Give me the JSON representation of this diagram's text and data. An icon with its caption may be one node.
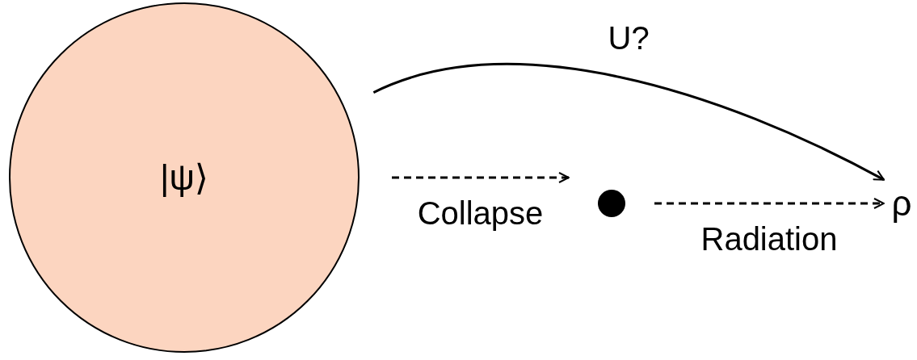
{
  "diagram": {
    "nodes": [
      {
        "text": [
          "|ψ⟩"
        ]
      },
      {
        "text": [],
        "shape": "circle"
      },
      {
        "text": [
          "ρ"
        ]
      }
    ],
    "edges": [
      {
        "from": 0,
        "to": 2,
        "arrow": "to",
        "label": "U?"
      },
      {
        "from": 0,
        "to": 1,
        "arrow": "to",
        "label": "Collapse",
        "style": "dashed"
      },
      {
        "from": 1,
        "to": 2,
        "arrow": "to",
        "label": "Radiation",
        "style": "dashed"
      }
    ]
  }
}
